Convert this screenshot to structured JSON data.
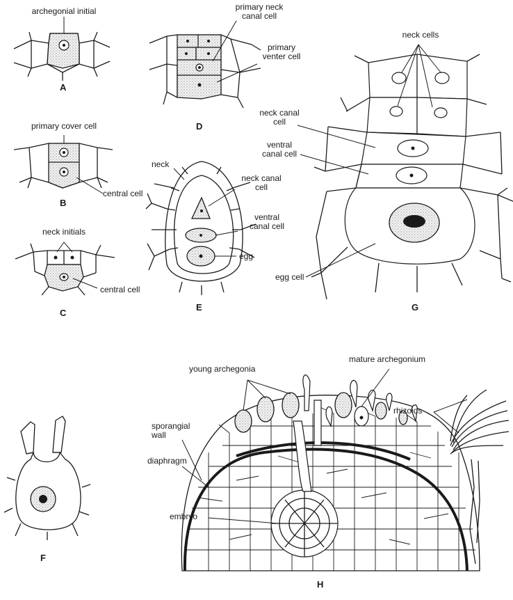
{
  "labels": {
    "archegonial_initial": "archegonial initial",
    "primary_neck_canal_cell": "primary neck\ncanal cell",
    "primary_venter_cell": "primary\nventer cell",
    "neck_cells": "neck cells",
    "primary_cover_cell": "primary cover cell",
    "central_cell_b": "central cell",
    "neck_canal_cell_g": "neck canal\ncell",
    "ventral_canal_cell_g": "ventral\ncanal cell",
    "neck": "neck",
    "neck_canal_cell_e": "neck canal\ncell",
    "ventral_canal_cell_e": "ventral\ncanal cell",
    "neck_initials": "neck initials",
    "egg": "egg",
    "central_cell_c": "central cell",
    "egg_cell": "egg cell",
    "young_archegonia": "young archegonia",
    "mature_archegonium": "mature archegonium",
    "rhizoids": "rhizoids",
    "sporangial_wall": "sporangial\nwall",
    "diaphragm": "diaphragm",
    "embryo": "embryo"
  },
  "panels": {
    "a": "A",
    "b": "B",
    "c": "C",
    "d": "D",
    "e": "E",
    "f": "F",
    "g": "G",
    "h": "H"
  }
}
